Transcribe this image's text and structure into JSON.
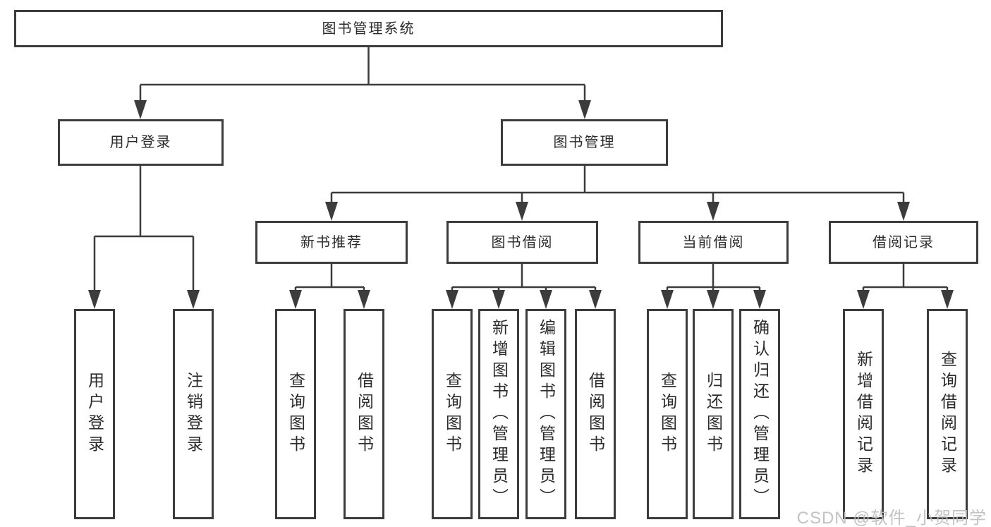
{
  "colors": {
    "line": "#3c3c3c",
    "text": "#2b2b2b",
    "background": "#ffffff",
    "watermark": "#bdbdbd"
  },
  "watermark": "CSDN @软件_小贺同学",
  "tree": {
    "root": {
      "label": "图书管理系统"
    },
    "branches": [
      {
        "label": "用户登录",
        "children": [
          {
            "label": "用户登录"
          },
          {
            "label": "注销登录"
          }
        ]
      },
      {
        "label": "图书管理",
        "children": [
          {
            "label": "新书推荐",
            "children": [
              {
                "label": "查询图书"
              },
              {
                "label": "借阅图书"
              }
            ]
          },
          {
            "label": "图书借阅",
            "children": [
              {
                "label": "查询图书"
              },
              {
                "label": "新增图书（管理员）"
              },
              {
                "label": "编辑图书（管理员）"
              },
              {
                "label": "借阅图书"
              }
            ]
          },
          {
            "label": "当前借阅",
            "children": [
              {
                "label": "查询图书"
              },
              {
                "label": "归还图书"
              },
              {
                "label": "确认归还（管理员）"
              }
            ]
          },
          {
            "label": "借阅记录",
            "children": [
              {
                "label": "新增借阅记录"
              },
              {
                "label": "查询借阅记录"
              }
            ]
          }
        ]
      }
    ]
  }
}
